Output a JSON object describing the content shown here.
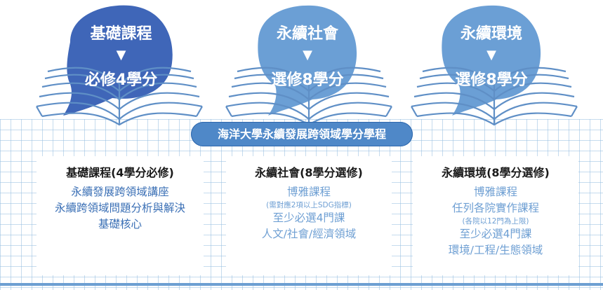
{
  "bubbles": [
    {
      "title": "基礎課程",
      "arrow": "▼",
      "credit": "必修4學分",
      "color": "#3f66b8"
    },
    {
      "title": "永續社會",
      "arrow": "▼",
      "credit": "選修8學分",
      "color": "#6b9fd5"
    },
    {
      "title": "永續環境",
      "arrow": "▼",
      "credit": "選修8學分",
      "color": "#6b9fd5"
    }
  ],
  "banner": "海洋大學永續發展跨領域學分學程",
  "panels": {
    "basic": {
      "heading": "基礎課程(4學分必修)",
      "lines": [
        "永續發展跨領域講座",
        "永續跨領域問題分析與解決",
        "基礎核心"
      ]
    },
    "society": {
      "heading": "永續社會(8學分選修)",
      "line1": "博雅課程",
      "note": "(需對應2項以上SDG指標)",
      "line2": "至少必選4門課",
      "line3": "人文/社會/經濟領域"
    },
    "environment": {
      "heading": "永續環境(8學分選修)",
      "line1": "博雅課程",
      "line2": "任列各院實作課程",
      "note": "(各院以12門為上限)",
      "line3": "至少必選4門課",
      "line4": "環境/工程/生態領域"
    }
  },
  "colors": {
    "dark_blue": "#3f66b8",
    "light_blue": "#6b9fd5",
    "banner": "#4f88c8",
    "grid": "#96bee1"
  }
}
